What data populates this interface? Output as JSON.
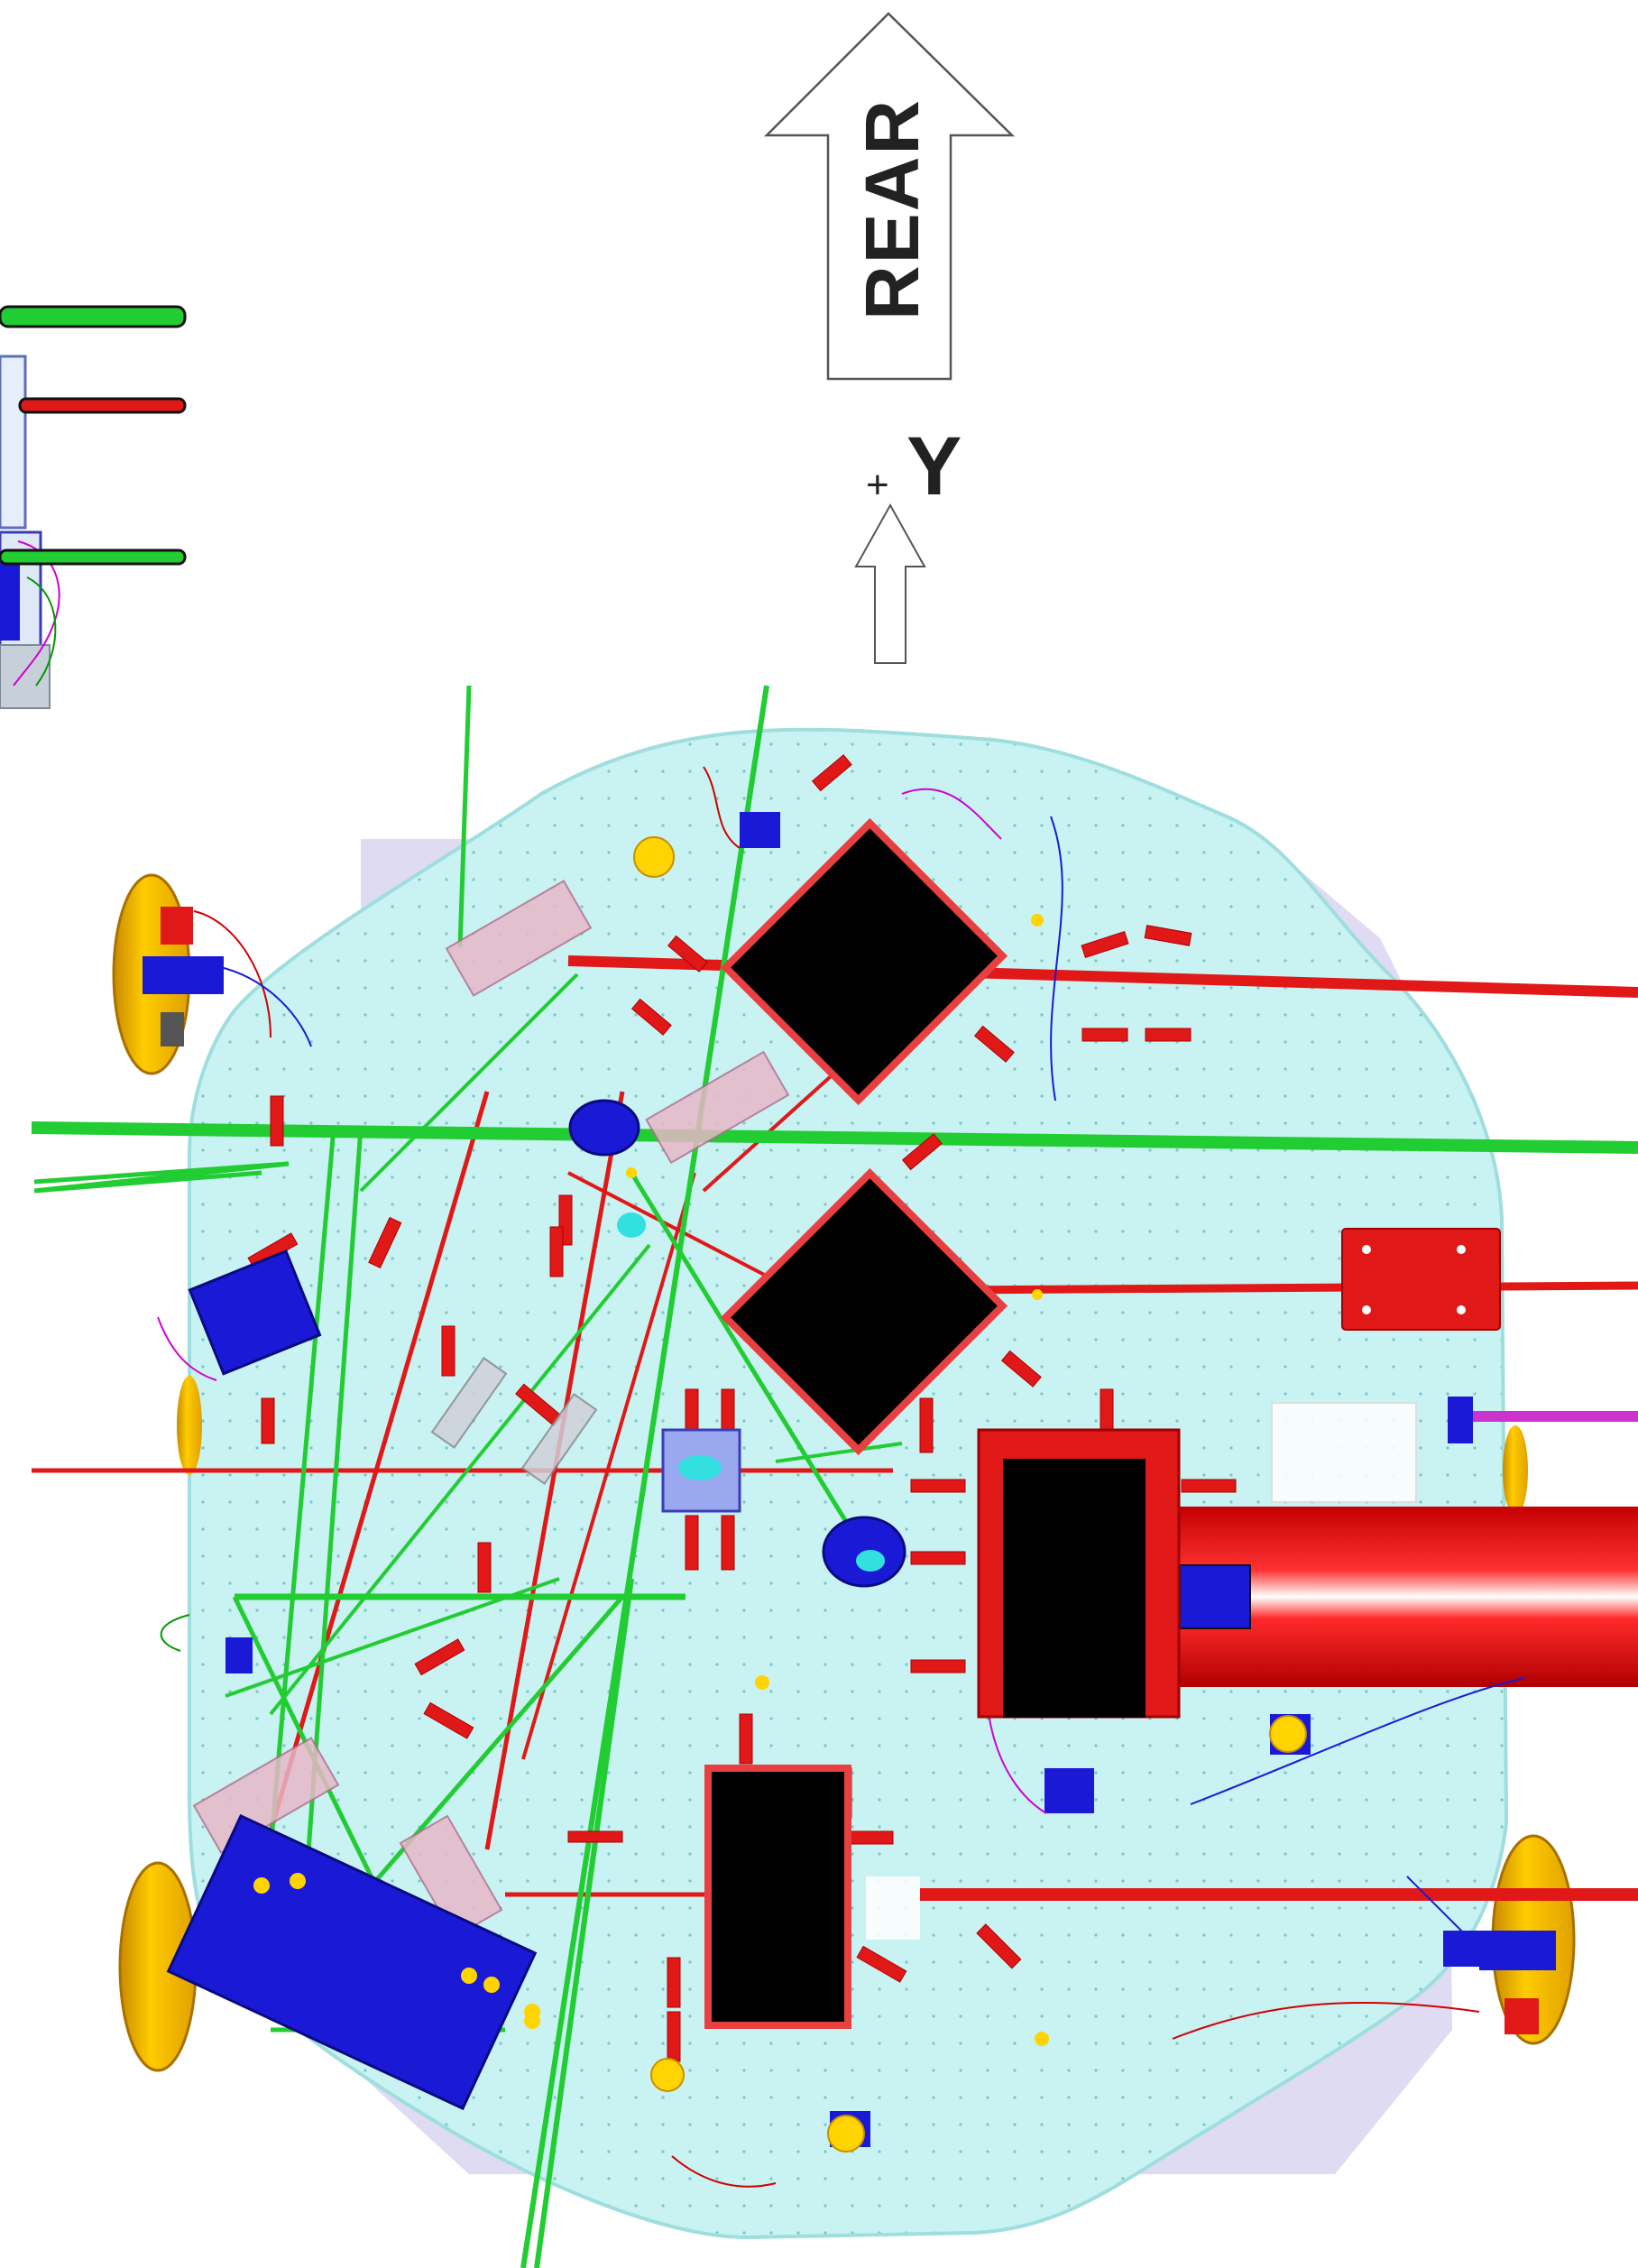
{
  "diagram": {
    "direction_arrow_label": "REAR",
    "axis": {
      "sign": "+",
      "name": "Y"
    },
    "colors": {
      "bench": "#c9f2f2",
      "bench_edge": "#9fdede",
      "beam_green": "#22cc33",
      "beam_red": "#e01818",
      "beam_magenta": "#cc33cc",
      "mount_yellow": "#f2c200",
      "mount_orange": "#e89a00",
      "component_blue": "#1a1ad6",
      "redaction": "#000000",
      "redaction_border": "#e84040"
    },
    "icons": [
      "direction-arrow",
      "axis-arrow",
      "optical-bench",
      "laser-beam",
      "vacuum-flange",
      "redacted-component"
    ]
  }
}
